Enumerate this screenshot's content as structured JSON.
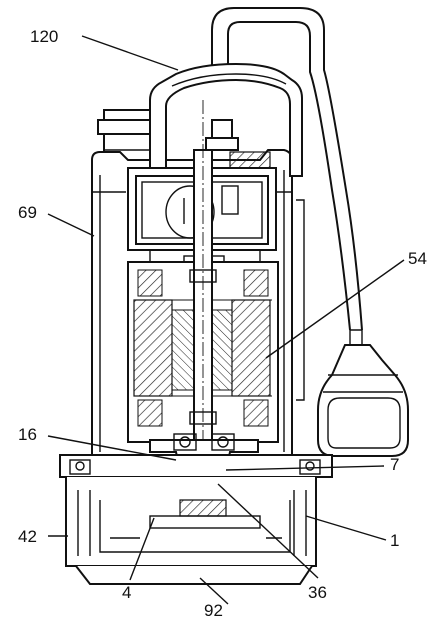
{
  "callouts": [
    {
      "id": "c120",
      "label": "120"
    },
    {
      "id": "c69",
      "label": "69"
    },
    {
      "id": "c54",
      "label": "54"
    },
    {
      "id": "c16",
      "label": "16"
    },
    {
      "id": "c7",
      "label": "7"
    },
    {
      "id": "c42",
      "label": "42"
    },
    {
      "id": "c1",
      "label": "1"
    },
    {
      "id": "c4",
      "label": "4"
    },
    {
      "id": "c36",
      "label": "36"
    },
    {
      "id": "c92",
      "label": "92"
    }
  ]
}
